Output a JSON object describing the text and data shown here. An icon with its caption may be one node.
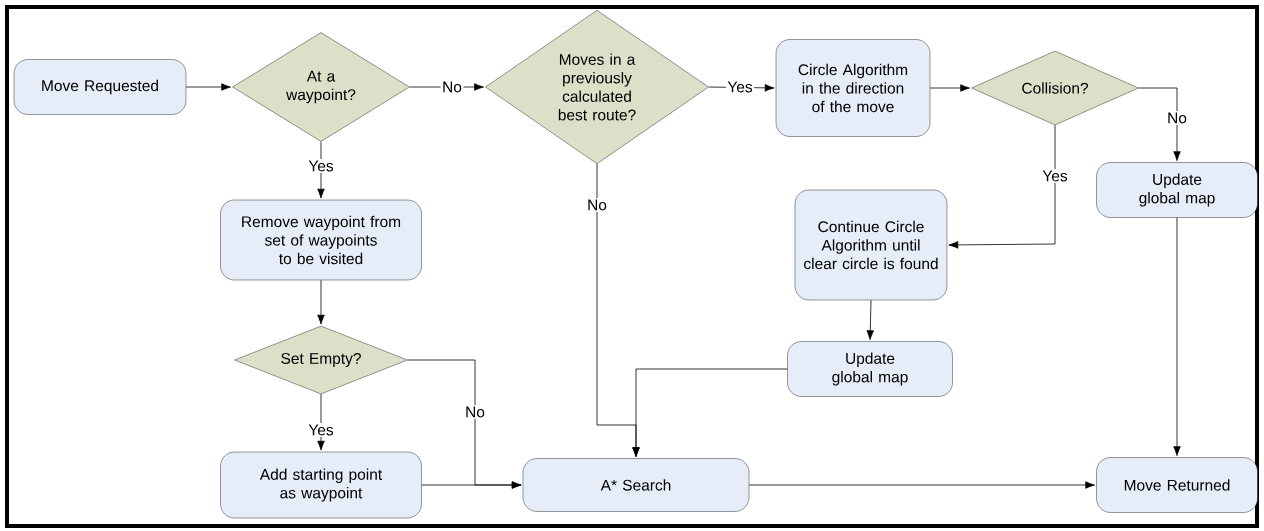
{
  "diagram": {
    "nodes": [
      {
        "text": [
          "Move Requested"
        ]
      },
      {
        "text": [
          "At a waypoint?"
        ]
      },
      {
        "text": [
          "Moves in a previously calculated best route?"
        ]
      },
      {
        "text": [
          "Circle Algorithm in the direction of the move"
        ]
      },
      {
        "text": [
          "Collision?"
        ]
      },
      {
        "text": [
          "Remove waypoint from set of waypoints to be visited"
        ]
      },
      {
        "text": [
          "Update global map"
        ]
      },
      {
        "text": [
          "Continue Circle Algorithm until clear circle is found"
        ]
      },
      {
        "text": [
          "Set Empty?"
        ]
      },
      {
        "text": [
          "Update global map"
        ]
      },
      {
        "text": [
          "Add starting point as waypoint"
        ]
      },
      {
        "text": [
          "A* Search"
        ]
      },
      {
        "text": [
          "Move Returned"
        ]
      }
    ],
    "edges": [
      {
        "from": 0,
        "to": 1,
        "arrow": "to"
      },
      {
        "from": 1,
        "to": 2,
        "arrow": "to",
        "label": "No"
      },
      {
        "from": 2,
        "to": 3,
        "arrow": "to",
        "label": "Yes"
      },
      {
        "from": 3,
        "to": 4,
        "arrow": "to"
      },
      {
        "from": 4,
        "to": 6,
        "arrow": "to",
        "label": "No"
      },
      {
        "from": 4,
        "to": 7,
        "arrow": "to",
        "label": "Yes"
      },
      {
        "from": 1,
        "to": 5,
        "arrow": "to",
        "label": "Yes"
      },
      {
        "from": 5,
        "to": 8,
        "arrow": "to"
      },
      {
        "from": 8,
        "to": 10,
        "arrow": "to",
        "label": "Yes"
      },
      {
        "from": 8,
        "to": 11,
        "arrow": "to",
        "label": "No"
      },
      {
        "from": 10,
        "to": 11,
        "arrow": "to"
      },
      {
        "from": 2,
        "to": 11,
        "arrow": "to",
        "label": "No"
      },
      {
        "from": 7,
        "to": 9,
        "arrow": "to"
      },
      {
        "from": 9,
        "to": 11,
        "arrow": "to"
      },
      {
        "from": 11,
        "to": 12,
        "arrow": "to"
      },
      {
        "from": 6,
        "to": 12,
        "arrow": "to"
      }
    ]
  }
}
